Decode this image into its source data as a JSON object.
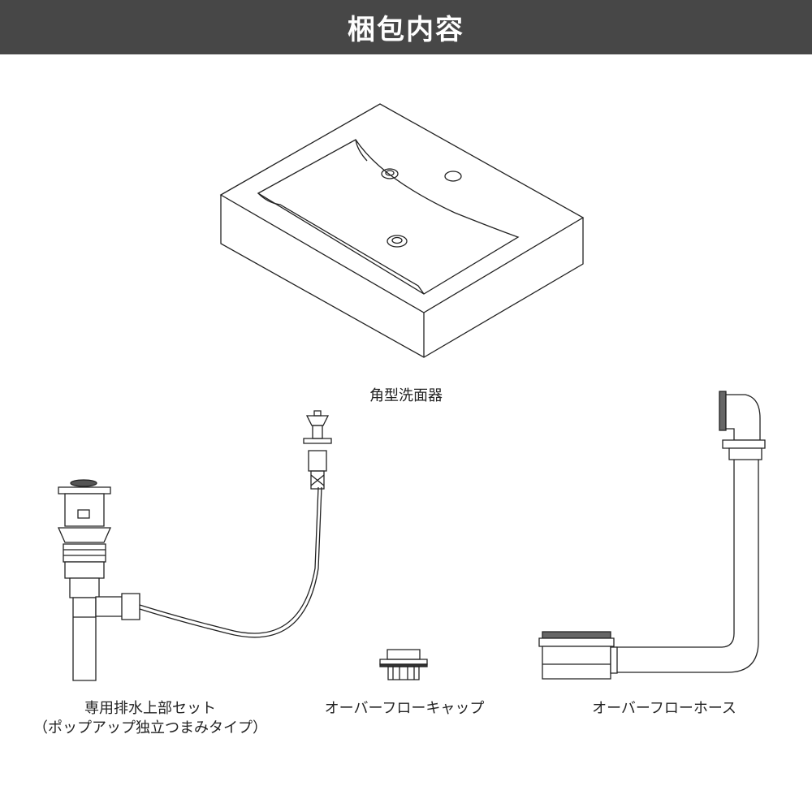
{
  "header": {
    "title": "梱包内容"
  },
  "items": [
    {
      "label": "角型洗面器"
    },
    {
      "label_line1": "専用排水上部セット",
      "label_line2": "（ポップアップ独立つまみタイプ）"
    },
    {
      "label": "オーバーフローキャップ"
    },
    {
      "label": "オーバーフローホース"
    }
  ],
  "colors": {
    "header_bg": "#474747",
    "line": "#222222"
  }
}
